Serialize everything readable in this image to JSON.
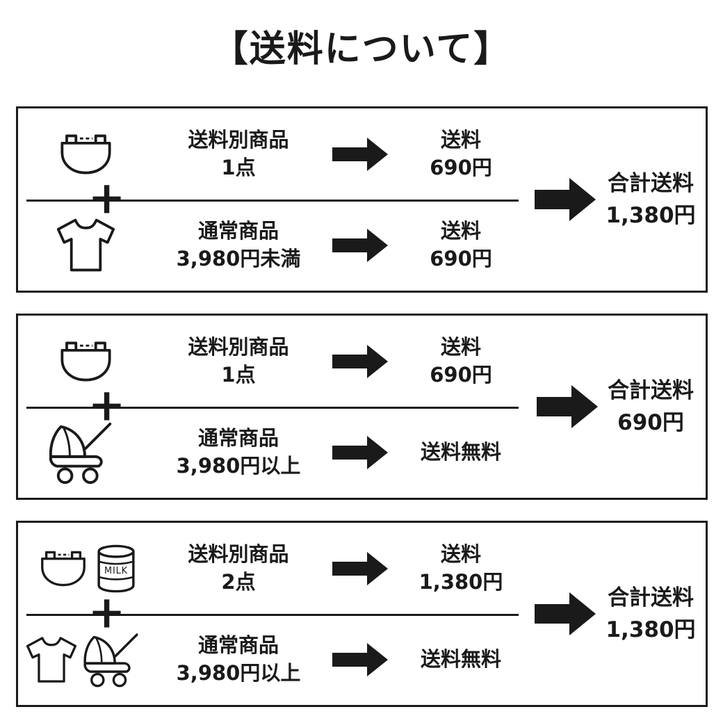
{
  "title": "【送料について】",
  "plus": "+",
  "icons": {
    "milk_label": "MILK",
    "names": [
      "diaper-icon",
      "tshirt-icon",
      "stroller-icon",
      "milk-can-icon",
      "arrow-right-icon"
    ]
  },
  "panels": [
    {
      "row1": {
        "label1": "送料別商品",
        "label2": "1点",
        "fee1": "送料",
        "fee2": "690円"
      },
      "row2": {
        "label1": "通常商品",
        "label2": "3,980円未満",
        "fee1": "送料",
        "fee2": "690円"
      },
      "total1": "合計送料",
      "total2": "1,380円"
    },
    {
      "row1": {
        "label1": "送料別商品",
        "label2": "1点",
        "fee1": "送料",
        "fee2": "690円"
      },
      "row2": {
        "label1": "通常商品",
        "label2": "3,980円以上",
        "fee1": "送料無料",
        "fee2": ""
      },
      "total1": "合計送料",
      "total2": "690円"
    },
    {
      "row1": {
        "label1": "送料別商品",
        "label2": "2点",
        "fee1": "送料",
        "fee2": "1,380円"
      },
      "row2": {
        "label1": "通常商品",
        "label2": "3,980円以上",
        "fee1": "送料無料",
        "fee2": ""
      },
      "total1": "合計送料",
      "total2": "1,380円"
    }
  ]
}
